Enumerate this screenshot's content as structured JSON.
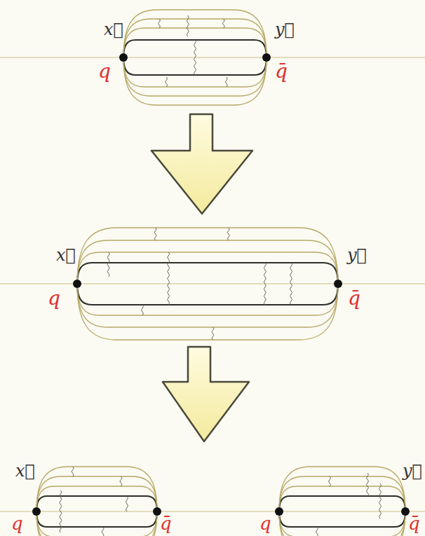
{
  "diagram": {
    "labels": [
      "x⃗",
      "y⃗",
      "q",
      "q̄",
      "x⃗",
      "y⃗",
      "q",
      "q̄",
      "x⃗",
      "q",
      "q̄",
      "q",
      "q̄",
      "y⃗"
    ]
  }
}
